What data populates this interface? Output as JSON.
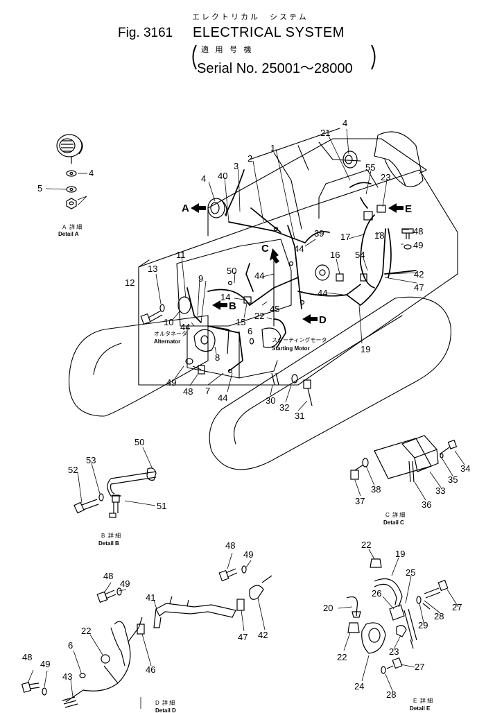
{
  "header": {
    "title_jp": "エレクトリカル　システム",
    "fig_label": "Fig. 3161",
    "title": "ELECTRICAL SYSTEM",
    "applicable_jp": "適 用 号 機",
    "serial": "Serial No. 25001～28000"
  },
  "labels": {
    "alternator_jp": "オルタネータ",
    "alternator": "Alternator",
    "starting_motor_jp": "スターティングモータ",
    "starting_motor": "Starting Motor",
    "detail_jp": "詳 細",
    "detail_a": "Detail A",
    "detail_b": "Detail B",
    "detail_c": "Detail C",
    "detail_d": "Detail D",
    "detail_e": "Detail E",
    "view_a": "A",
    "view_b": "B",
    "view_c": "C",
    "view_d": "D",
    "view_e": "E",
    "sub_a": "A",
    "sub_b": "B",
    "sub_c": "C",
    "sub_d": "D",
    "sub_e": "E"
  },
  "parts": {
    "p1": "1",
    "p2": "2",
    "p3": "3",
    "p4a": "4",
    "p4b": "4",
    "p4c": "4",
    "p5": "5",
    "p6a": "6",
    "p6b": "6",
    "p7": "7",
    "p8": "8",
    "p9": "9",
    "p10": "10",
    "p11": "11",
    "p12": "12",
    "p13": "13",
    "p14": "14",
    "p15": "15",
    "p16": "16",
    "p17": "17",
    "p18": "18",
    "p19a": "19",
    "p19b": "19",
    "p20": "20",
    "p21": "21",
    "p22a": "22",
    "p22b": "22",
    "p22c": "22",
    "p22d": "22",
    "p23a": "23",
    "p23b": "23",
    "p24": "24",
    "p25": "25",
    "p26": "26",
    "p27a": "27",
    "p27b": "27",
    "p28a": "28",
    "p28b": "28",
    "p29": "29",
    "p30": "30",
    "p31": "31",
    "p32": "32",
    "p33": "33",
    "p34": "34",
    "p35": "35",
    "p36": "36",
    "p37": "37",
    "p38": "38",
    "p39": "39",
    "p40": "40",
    "p41": "41",
    "p42a": "42",
    "p42b": "42",
    "p43": "43",
    "p44a": "44",
    "p44b": "44",
    "p44c": "44",
    "p44d": "44",
    "p44e": "44",
    "p45": "45",
    "p46": "46",
    "p47a": "47",
    "p47b": "47",
    "p48a": "48",
    "p48b": "48",
    "p48c": "48",
    "p48d": "48",
    "p48e": "48",
    "p49a": "49",
    "p49b": "49",
    "p49c": "49",
    "p49d": "49",
    "p49e": "49",
    "p50a": "50",
    "p50b": "50",
    "p51": "51",
    "p52": "52",
    "p53": "53",
    "p54": "54",
    "p55": "55"
  }
}
